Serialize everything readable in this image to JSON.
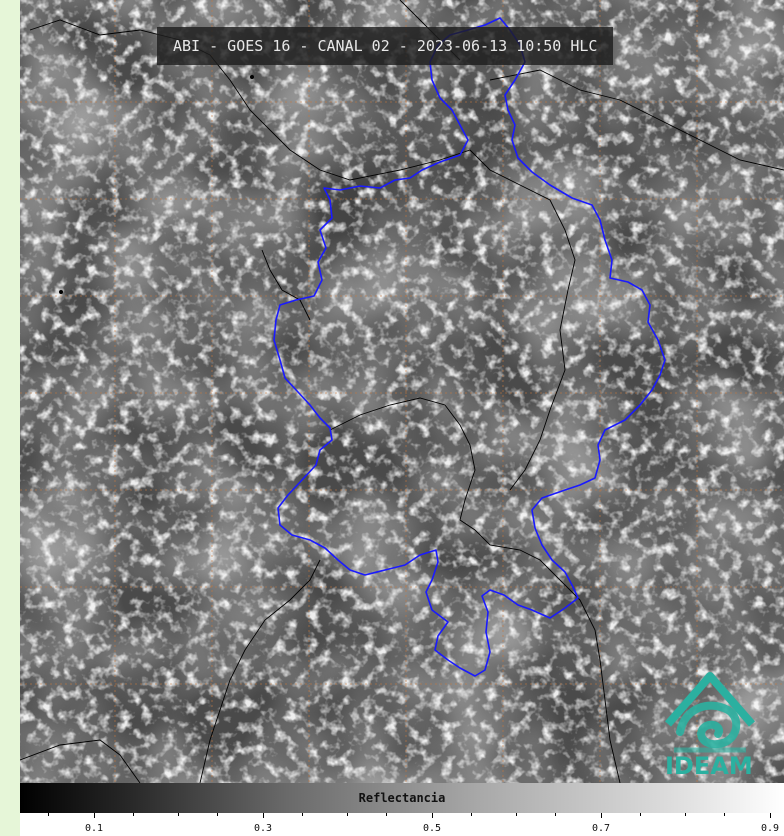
{
  "title": "ABI - GOES 16 - CANAL 02 - 2023-06-13 10:50 HLC",
  "colorbar": {
    "label": "Reflectancia",
    "tick_labels": [
      "0.1",
      "0.3",
      "0.5",
      "0.7",
      "0.9"
    ]
  },
  "logo": {
    "text": "IDEAM"
  },
  "colors": {
    "region_outline": "#1a1aff",
    "graticule": "#c8783c",
    "borders": "#000000",
    "logo": "#2bb0a0"
  }
}
